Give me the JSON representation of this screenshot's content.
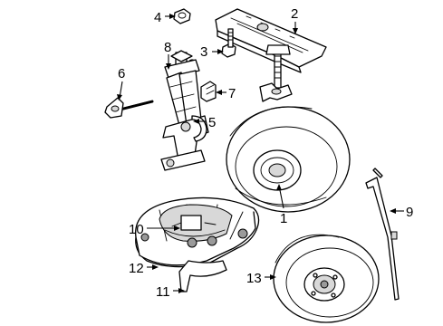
{
  "callouts": [
    {
      "id": "1",
      "text": "1"
    },
    {
      "id": "2",
      "text": "2"
    },
    {
      "id": "3",
      "text": "3"
    },
    {
      "id": "4",
      "text": "4"
    },
    {
      "id": "5",
      "text": "5"
    },
    {
      "id": "6",
      "text": "6"
    },
    {
      "id": "7",
      "text": "7"
    },
    {
      "id": "8",
      "text": "8"
    },
    {
      "id": "9",
      "text": "9"
    },
    {
      "id": "10",
      "text": "10"
    },
    {
      "id": "11",
      "text": "11"
    },
    {
      "id": "12",
      "text": "12"
    },
    {
      "id": "13",
      "text": "13"
    }
  ],
  "colors": {
    "line": "#000000",
    "background": "#ffffff",
    "shade": "#d8d8d8"
  }
}
